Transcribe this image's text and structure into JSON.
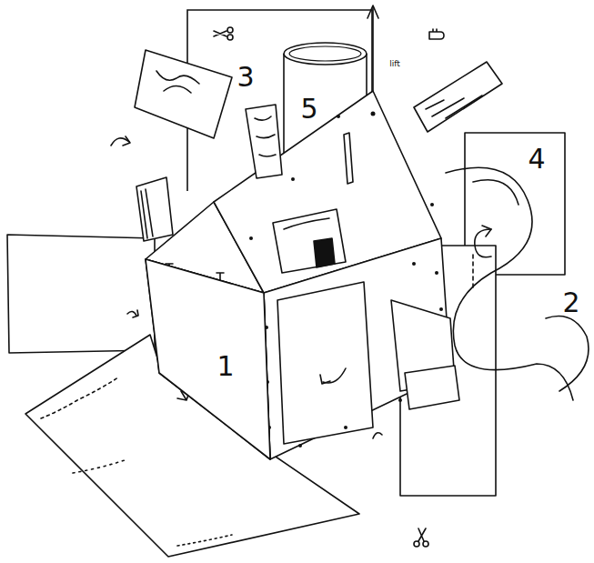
{
  "diagram": {
    "nodes": [
      {
        "text": [
          "3"
        ]
      },
      {
        "text": [
          "5"
        ]
      },
      {
        "text": [
          "4"
        ]
      },
      {
        "text": [
          "1"
        ]
      }
    ],
    "labels": [
      "lift",
      "2"
    ]
  }
}
